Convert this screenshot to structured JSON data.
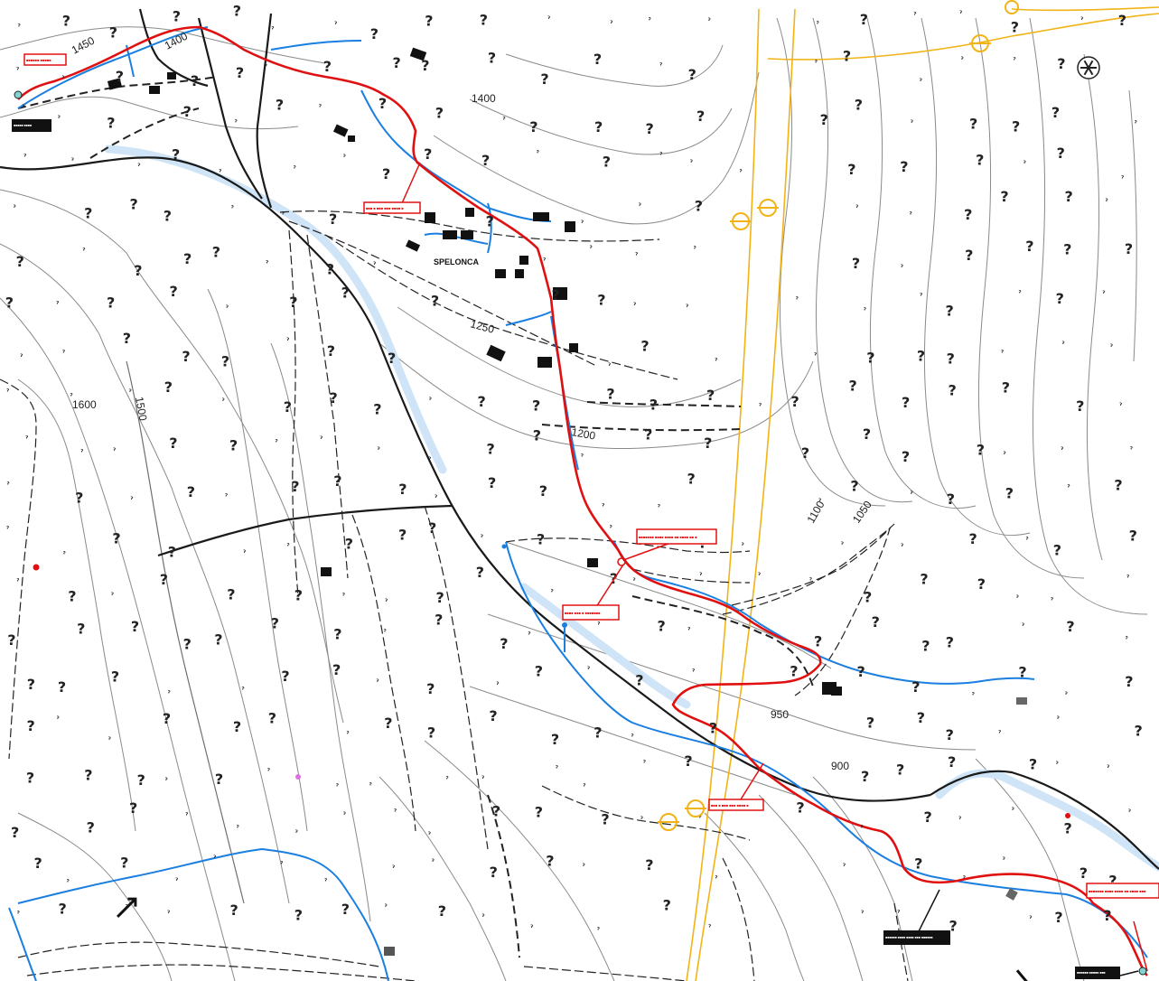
{
  "place_name": "SPELONCA",
  "contour_labels": [
    "1450",
    "1400",
    "1400",
    "1600",
    "1500",
    "1250",
    "1200",
    "1100",
    "1050",
    "950",
    "900"
  ],
  "annotations": {
    "red_boxes": [
      "■■■■■■ ■■■■■",
      "■■■ ■ ■■■ ■■■ ■■■■ ■",
      "■■■■■■■ ■■■■ ■■■■ ■■ ■■■■ ■■ ■",
      "■■■■ ■■■ ■ ■■■■■■■",
      "■■■ ■ ■■■ ■■■ ■■■■ ■",
      "■■■■■■■ ■■■■ ■■■■ ■■ ■■■■ ■■■"
    ],
    "black_boxes": [
      "■■■■■ ■■■■",
      "■■■■■■ ■■■■ ■■■■ ■■■ ■■■■■■",
      "■■■■■■ ■■■■■ ■■■"
    ]
  },
  "colors": {
    "route": "#e01010",
    "water": "#1a7fe0",
    "power_line": "#f2b316",
    "roads": "#222222",
    "contours": "#8a8a8a"
  },
  "icons": [
    "tree-symbol",
    "power-pylon-icon",
    "snowflake-icon",
    "arrow-icon",
    "building-icon"
  ]
}
